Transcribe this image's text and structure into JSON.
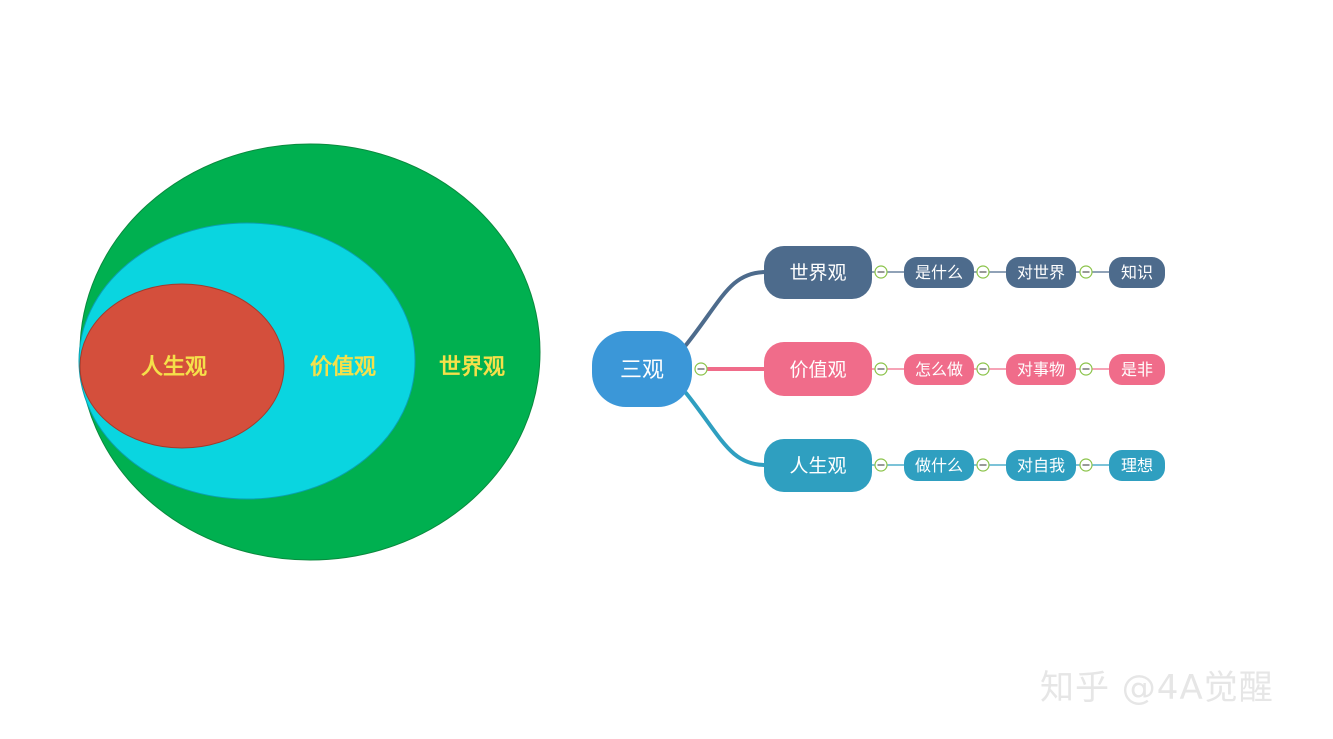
{
  "venn": {
    "outer": {
      "label": "世界观",
      "fill": "#00b050",
      "text_color": "#f5e04a"
    },
    "middle": {
      "label": "价值观",
      "fill": "#0ad5e0",
      "text_color": "#f5e04a"
    },
    "inner": {
      "label": "人生观",
      "fill": "#d44f3c",
      "text_color": "#f5e04a"
    }
  },
  "mindmap": {
    "root": {
      "label": "三观",
      "color": "#3b97d8"
    },
    "branches": [
      {
        "label": "世界观",
        "color": "#4d6b8c",
        "children": [
          "是什么",
          "对世界",
          "知识"
        ]
      },
      {
        "label": "价值观",
        "color": "#f06c8a",
        "children": [
          "怎么做",
          "对事物",
          "是非"
        ]
      },
      {
        "label": "人生观",
        "color": "#2f9fc0",
        "children": [
          "做什么",
          "对自我",
          "理想"
        ]
      }
    ],
    "collapse_color": "#8bc34a"
  },
  "watermark": "知乎 @4A觉醒"
}
